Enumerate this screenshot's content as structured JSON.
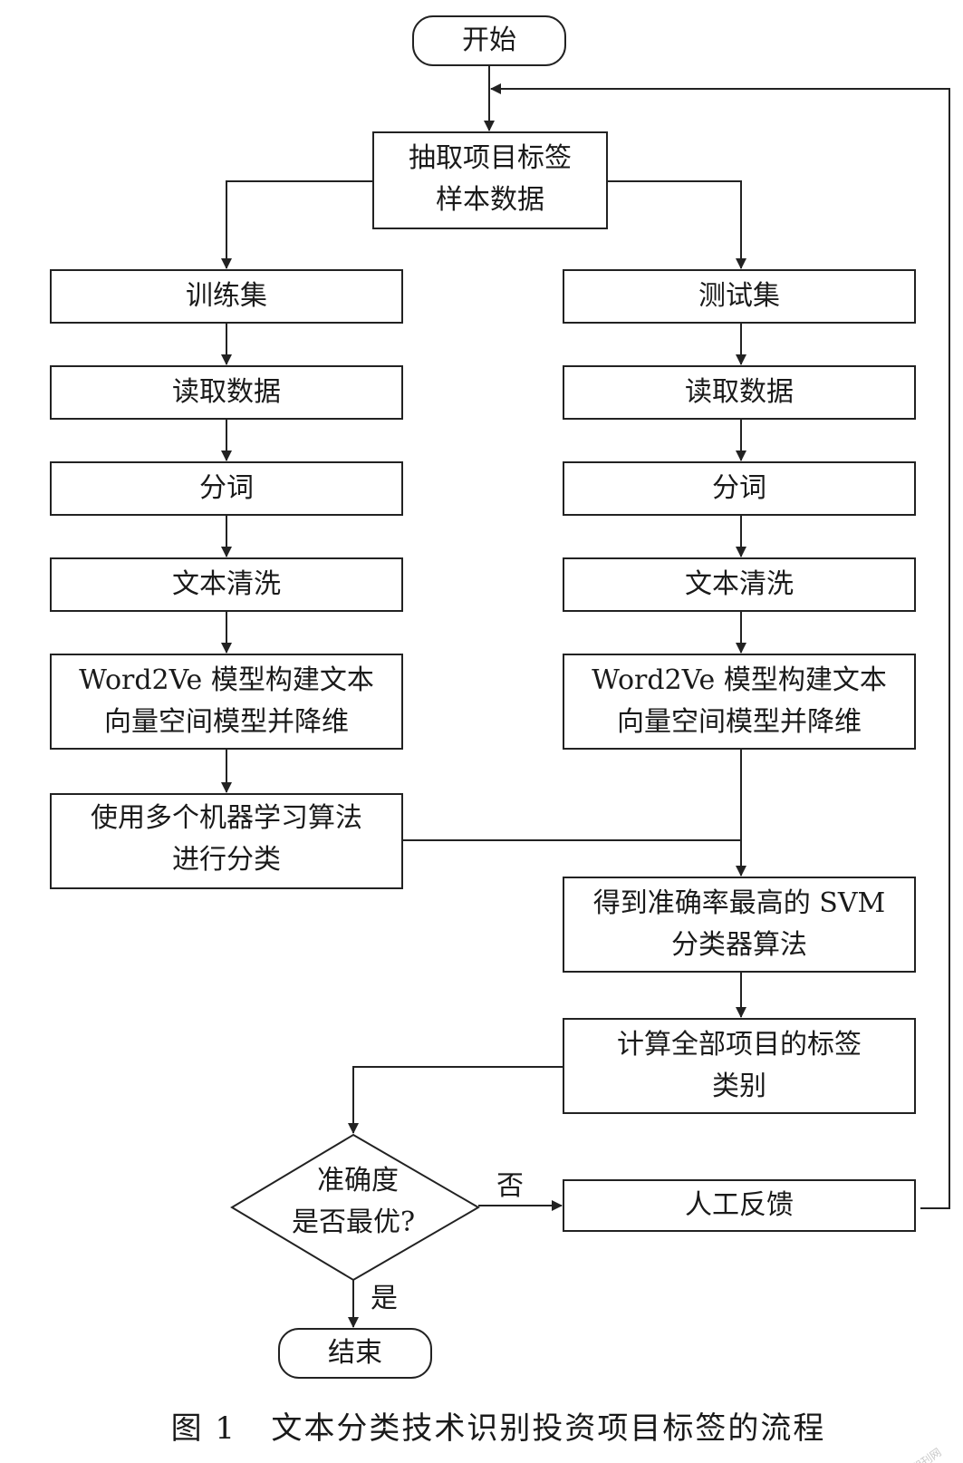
{
  "nodes": {
    "start": [
      "开始"
    ],
    "extract": [
      "抽取项目标签",
      "样本数据"
    ],
    "train_set": [
      "训练集"
    ],
    "test_set": [
      "测试集"
    ],
    "train_read": [
      "读取数据"
    ],
    "test_read": [
      "读取数据"
    ],
    "train_seg": [
      "分词"
    ],
    "test_seg": [
      "分词"
    ],
    "train_clean": [
      "文本清洗"
    ],
    "test_clean": [
      "文本清洗"
    ],
    "train_w2v": [
      "Word2Ve 模型构建文本",
      "向量空间模型并降维"
    ],
    "test_w2v": [
      "Word2Ve 模型构建文本",
      "向量空间模型并降维"
    ],
    "multi_ml": [
      "使用多个机器学习算法",
      "进行分类"
    ],
    "best_svm": [
      "得到准确率最高的 SVM",
      "分类器算法"
    ],
    "compute": [
      "计算全部项目的标签",
      "类别"
    ],
    "decision": [
      "准确度",
      "是否最优?"
    ],
    "feedback": [
      "人工反馈"
    ],
    "end": [
      "结束"
    ]
  },
  "edge_labels": {
    "no": "否",
    "yes": "是"
  },
  "caption": "图 1   文本分类技术识别投资项目标签的流程",
  "watermark": "龙源期刊网"
}
